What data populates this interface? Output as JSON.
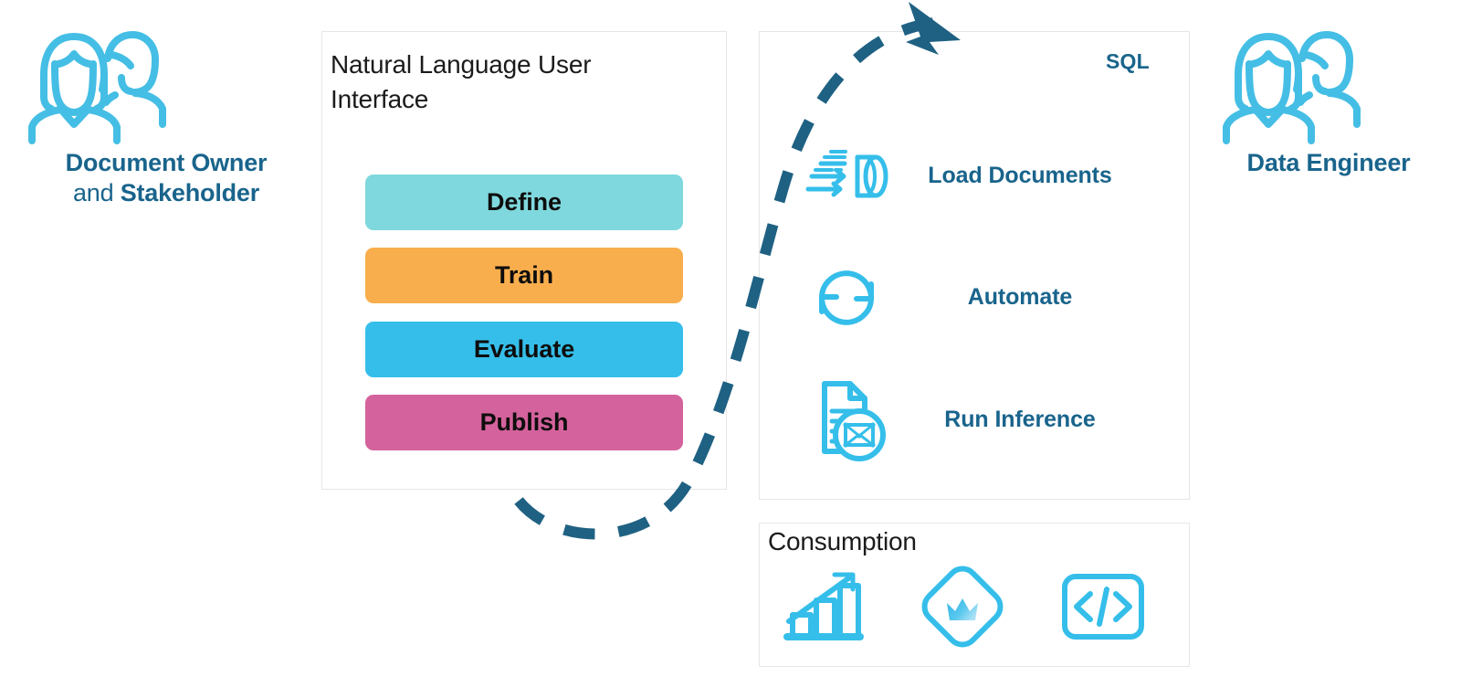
{
  "diagram": {
    "title_hidden": "",
    "colors": {
      "accent_blue": "#35BEEA",
      "dark_blue": "#19648C",
      "arrow_blue": "#1F6183",
      "define": "#7FD8DD",
      "train": "#F9AE4D",
      "evaluate": "#35BEEA",
      "publish": "#D4629C",
      "panel_border": "#E6E6E6",
      "text_black": "#1B1B1B"
    }
  },
  "actors": {
    "left": {
      "icon": "two-people-icon",
      "line1": "Document Owner",
      "line2_prefix": "and ",
      "line2_bold": "Stakeholder"
    },
    "right": {
      "icon": "two-people-icon",
      "label": "Data Engineer"
    }
  },
  "nlui_panel": {
    "title": "Natural Language User Interface",
    "stages": [
      {
        "label": "Define",
        "color": "#7FD8DD"
      },
      {
        "label": "Train",
        "color": "#F9AE4D"
      },
      {
        "label": "Evaluate",
        "color": "#35BEEA"
      },
      {
        "label": "Publish",
        "color": "#D4629C"
      }
    ]
  },
  "sql_panel": {
    "tag": "SQL",
    "rows": [
      {
        "icon": "data-pipeline-icon",
        "label": "Load Documents"
      },
      {
        "icon": "refresh-cycle-icon",
        "label": "Automate"
      },
      {
        "icon": "document-network-icon",
        "label": "Run Inference"
      }
    ]
  },
  "consumption_panel": {
    "title": "Consumption",
    "icons": [
      {
        "name": "bar-chart-trend-icon"
      },
      {
        "name": "qlik-diamond-crown-icon"
      },
      {
        "name": "code-brackets-icon"
      }
    ]
  },
  "flow": {
    "arrow": "dashed-feedback-loop-arrow"
  }
}
